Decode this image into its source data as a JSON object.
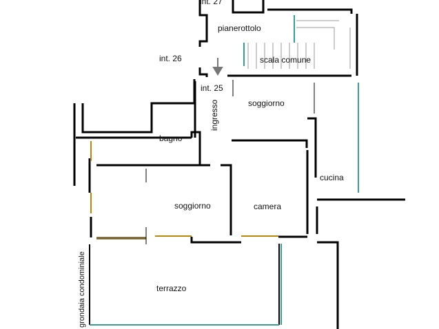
{
  "labels": {
    "int27": "int. 27",
    "pianerottolo": "pianerottolo",
    "int26": "int. 26",
    "scala_comune": "scala comune",
    "int25": "int. 25",
    "ingresso": "ingresso",
    "soggiorno_top": "soggiorno",
    "bagno": "bagno",
    "cucina": "cucina",
    "soggiorno_main": "soggiorno",
    "camera": "camera",
    "terrazzo": "terrazzo",
    "grondaia": "grondaia condominiale"
  },
  "colors": {
    "wall": "#000000",
    "glass": "#3a9a9a",
    "wood": "#b8860b",
    "stairs": "#999999",
    "arrow": "#777777"
  }
}
